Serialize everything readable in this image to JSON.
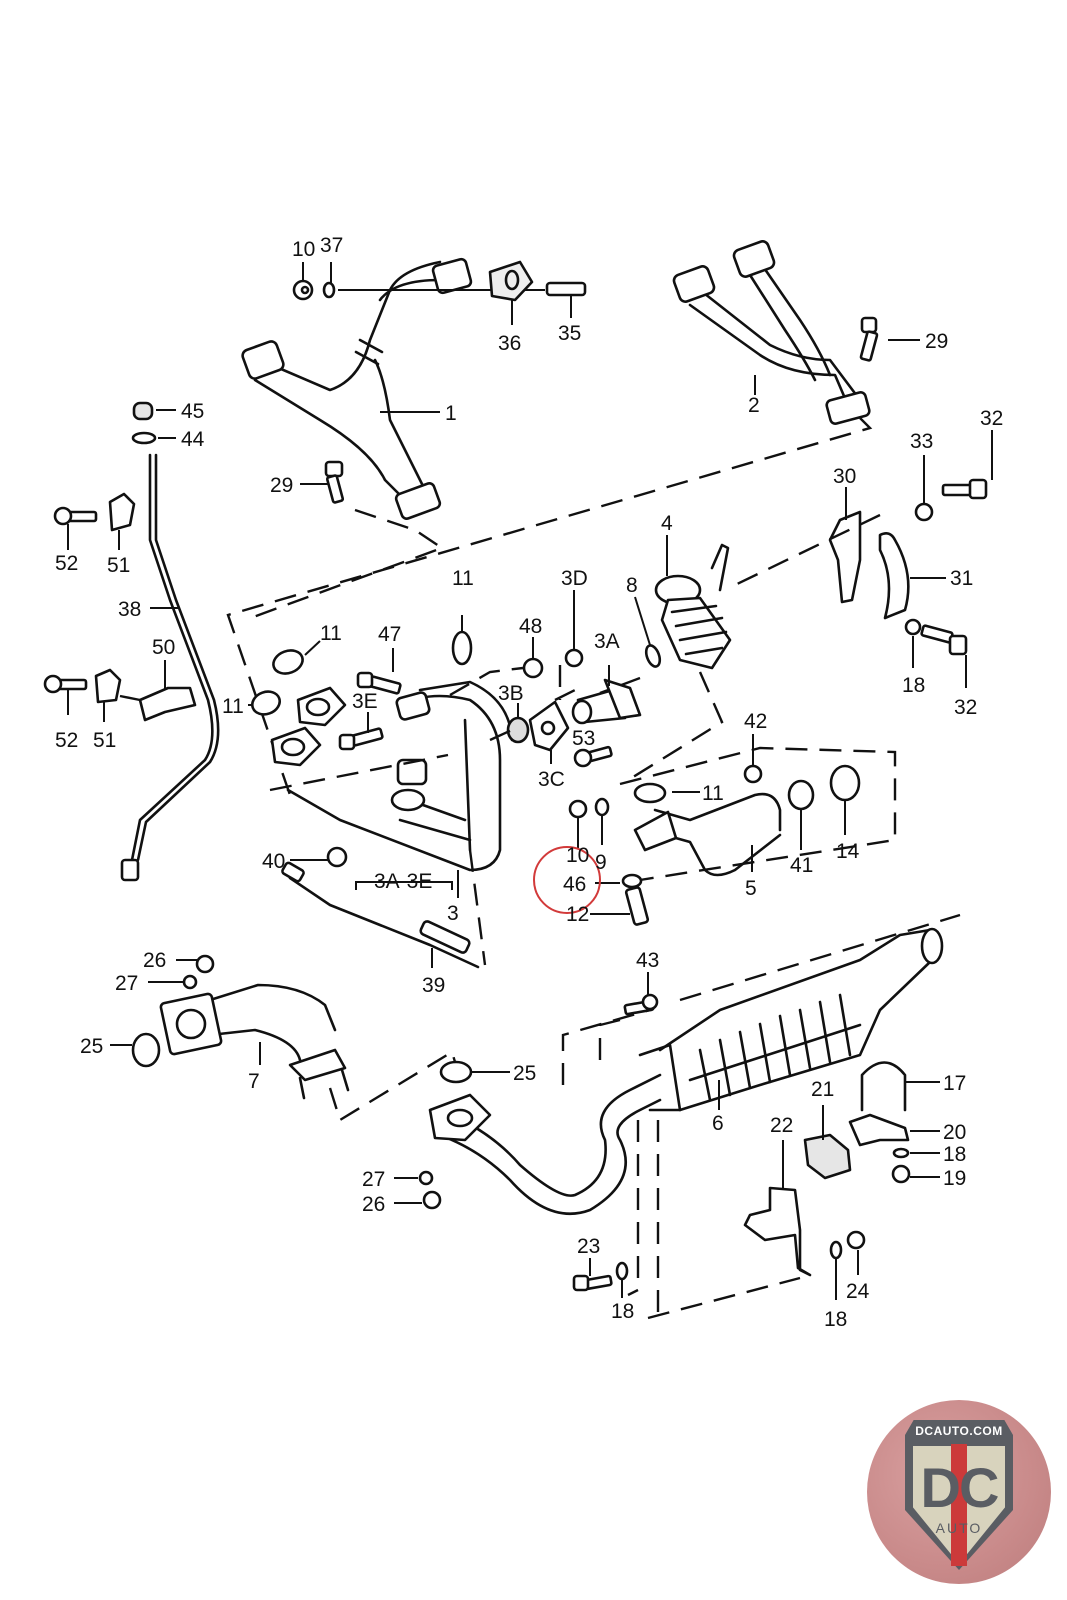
{
  "diagram": {
    "title": "Exhaust system exploded parts diagram",
    "callouts": {
      "p1": "1",
      "p2": "2",
      "p3": "3",
      "p3a_3e": "3A-3E",
      "p3a": "3A",
      "p3b": "3B",
      "p3c": "3C",
      "p3d": "3D",
      "p3e": "3E",
      "p4": "4",
      "p5": "5",
      "p6": "6",
      "p7": "7",
      "p8": "8",
      "p9": "9",
      "p10_top": "10",
      "p10_mid": "10",
      "p11_a": "11",
      "p11_b": "11",
      "p11_c": "11",
      "p11_d": "11",
      "p12": "12",
      "p14": "14",
      "p17": "17",
      "p18_a": "18",
      "p18_b": "18",
      "p18_c": "18",
      "p18_d": "18",
      "p19": "19",
      "p20": "20",
      "p21": "21",
      "p22": "22",
      "p23": "23",
      "p24": "24",
      "p25_a": "25",
      "p25_b": "25",
      "p26_a": "26",
      "p26_b": "26",
      "p27_a": "27",
      "p27_b": "27",
      "p29_a": "29",
      "p29_b": "29",
      "p30": "30",
      "p31": "31",
      "p32_a": "32",
      "p32_b": "32",
      "p33": "33",
      "p35": "35",
      "p36": "36",
      "p37": "37",
      "p38": "38",
      "p39": "39",
      "p40": "40",
      "p41": "41",
      "p42": "42",
      "p43": "43",
      "p44": "44",
      "p45": "45",
      "p46": "46",
      "p47": "47",
      "p48": "48",
      "p50": "50",
      "p51_a": "51",
      "p51_b": "51",
      "p52_a": "52",
      "p52_b": "52",
      "p53": "53"
    },
    "highlighted_part": "46",
    "highlight_color": "#d23a3a"
  },
  "logo": {
    "site": "DCAUTO.COM",
    "mark": "DC",
    "sub": "AUTO",
    "colors": {
      "shield": "#5a5d63",
      "stripe": "#cc3a3a",
      "background": "#c98a8a",
      "panel": "#d8d3bd"
    }
  }
}
